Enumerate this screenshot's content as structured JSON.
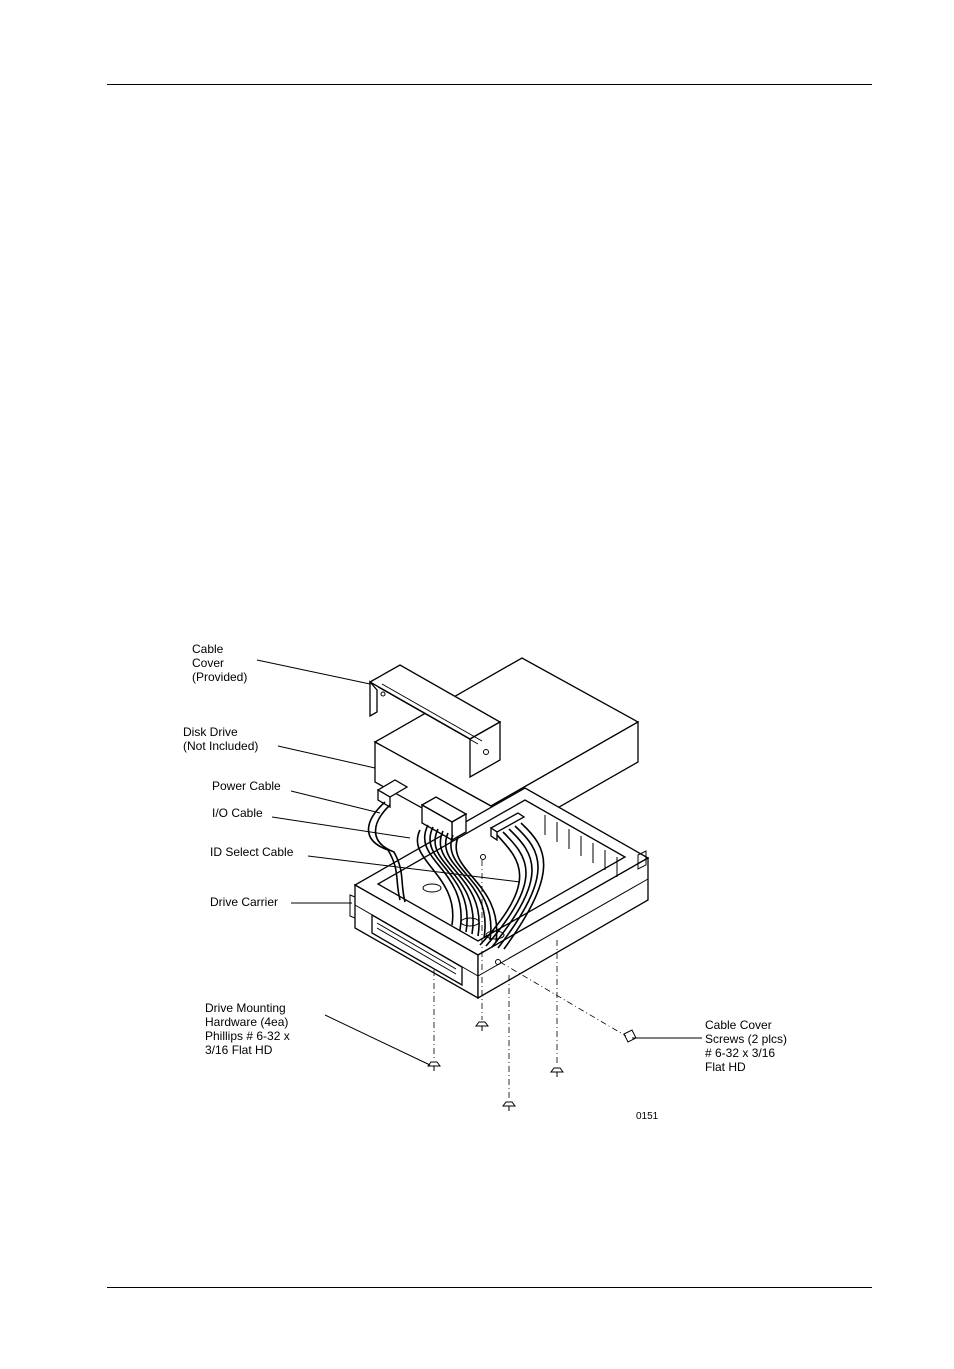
{
  "figure": {
    "labels": {
      "cable_cover": [
        "Cable",
        "Cover",
        "(Provided)"
      ],
      "disk_drive": [
        "Disk Drive",
        "(Not Included)"
      ],
      "power_cable": [
        "Power Cable"
      ],
      "io_cable": [
        "I/O Cable"
      ],
      "id_select_cable": [
        "ID Select Cable"
      ],
      "drive_carrier": [
        "Drive Carrier"
      ],
      "drive_mounting_hardware": [
        "Drive Mounting",
        "Hardware (4ea)",
        "Phillips # 6-32 x",
        "3/16 Flat HD"
      ],
      "cable_cover_screws": [
        "Cable Cover",
        "Screws (2 plcs)",
        "# 6-32 x 3/16",
        "Flat HD"
      ]
    },
    "figure_number": "0151"
  }
}
